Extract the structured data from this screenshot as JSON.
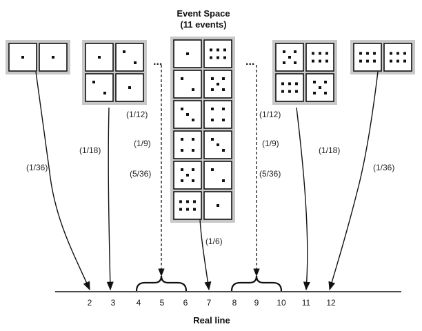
{
  "title_line1": "Event Space",
  "title_line2": "(11 events)",
  "axis_label": "Real line",
  "axis_ticks": [
    "2",
    "3",
    "4",
    "5",
    "6",
    "7",
    "8",
    "9",
    "10",
    "11",
    "12"
  ],
  "ellipsis": "...",
  "probabilities": {
    "sum2": "(1/36)",
    "sum3": "(1/18)",
    "sum4_left": "(1/12)",
    "sum5_left": "(1/9)",
    "sum6_left": "(5/36)",
    "sum7": "(1/6)",
    "sum10_right": "(1/12)",
    "sum9_right": "(1/9)",
    "sum8_right": "(5/36)",
    "sum11": "(1/18)",
    "sum12": "(1/36)"
  },
  "events": {
    "sum2": [
      [
        1,
        1
      ]
    ],
    "sum3": [
      [
        1,
        2
      ],
      [
        2,
        1
      ]
    ],
    "sum7": [
      [
        1,
        6
      ],
      [
        2,
        5
      ],
      [
        3,
        4
      ],
      [
        4,
        3
      ],
      [
        5,
        2
      ],
      [
        6,
        1
      ]
    ],
    "sum11": [
      [
        5,
        6
      ],
      [
        6,
        5
      ]
    ],
    "sum12": [
      [
        6,
        6
      ]
    ]
  },
  "colors": {
    "box_fill": "#c8c8c8",
    "die_face": "#ffffff",
    "pip": "#111111",
    "line": "#111111"
  }
}
